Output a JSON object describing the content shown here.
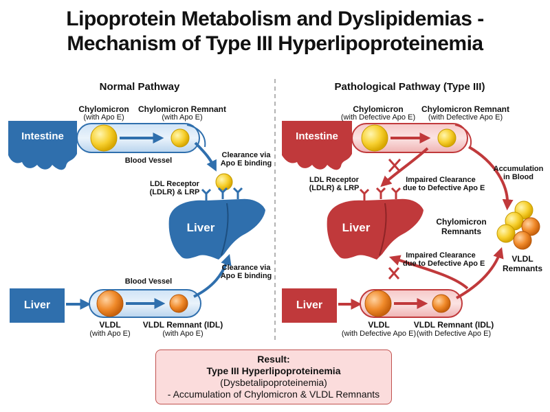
{
  "title_line1": "Lipoprotein Metabolism and Dyslipidemias -",
  "title_line2": "Mechanism of Type III Hyperlipoproteinemia",
  "normal": {
    "heading": "Normal Pathway",
    "intestine": "Intestine",
    "chylomicron": "Chylomicron",
    "chylomicron_sub": "(with Apo E)",
    "chylo_remnant": "Chylomicron Remnant",
    "chylo_remnant_sub": "(with Apo E)",
    "blood_vessel_top": "Blood Vessel",
    "clearance_top_1": "Clearance via",
    "clearance_top_2": "Apo E binding",
    "ldl_receptor_1": "LDL Receptor",
    "ldl_receptor_2": "(LDLR) & LRP",
    "liver_organ": "Liver",
    "blood_vessel_bottom": "Blood Vessel",
    "clearance_bottom_1": "Clearance via",
    "clearance_bottom_2": "Apo E binding",
    "liver_box": "Liver",
    "vldl": "VLDL",
    "vldl_sub": "(with Apo E)",
    "vldl_remnant": "VLDL Remnant (IDL)",
    "vldl_remnant_sub": "(with Apo E)"
  },
  "pathological": {
    "heading": "Pathological Pathway (Type III)",
    "intestine": "Intestine",
    "chylomicron": "Chylomicron",
    "chylomicron_sub": "(with Defective Apo E)",
    "chylo_remnant": "Chylomicron Remnant",
    "chylo_remnant_sub": "(with Defective Apo E)",
    "ldl_receptor_1": "LDL Receptor",
    "ldl_receptor_2": "(LDLR) & LRP",
    "impaired_top_1": "Impaired Clearance",
    "impaired_top_2": "due to Defective Apo E",
    "accumulation_1": "Accumulation",
    "accumulation_2": "in Blood",
    "liver_organ": "Liver",
    "chylo_remnants_1": "Chylomicron",
    "chylo_remnants_2": "Remnants",
    "impaired_bottom_1": "Impaired Clearance",
    "impaired_bottom_2": "due to Defective Apo E",
    "vldl_remnants_1": "VLDL",
    "vldl_remnants_2": "Remnants",
    "liver_box": "Liver",
    "vldl": "VLDL",
    "vldl_sub": "(with Defective Apo E)",
    "vldl_remnant": "VLDL Remnant (IDL)",
    "vldl_remnant_sub": "(with Defective Apo E)"
  },
  "result": {
    "label": "Result:",
    "name": "Type III Hyperlipoproteinemia",
    "alias": "(Dysbetalipoproteinemia)",
    "detail": "- Accumulation of Chylomicron & VLDL Remnants"
  },
  "colors": {
    "normal_blue": "#2f6fad",
    "path_red": "#c0393b",
    "chylomicron_yellow": "#f7d030",
    "vldl_orange": "#f08a2a"
  }
}
